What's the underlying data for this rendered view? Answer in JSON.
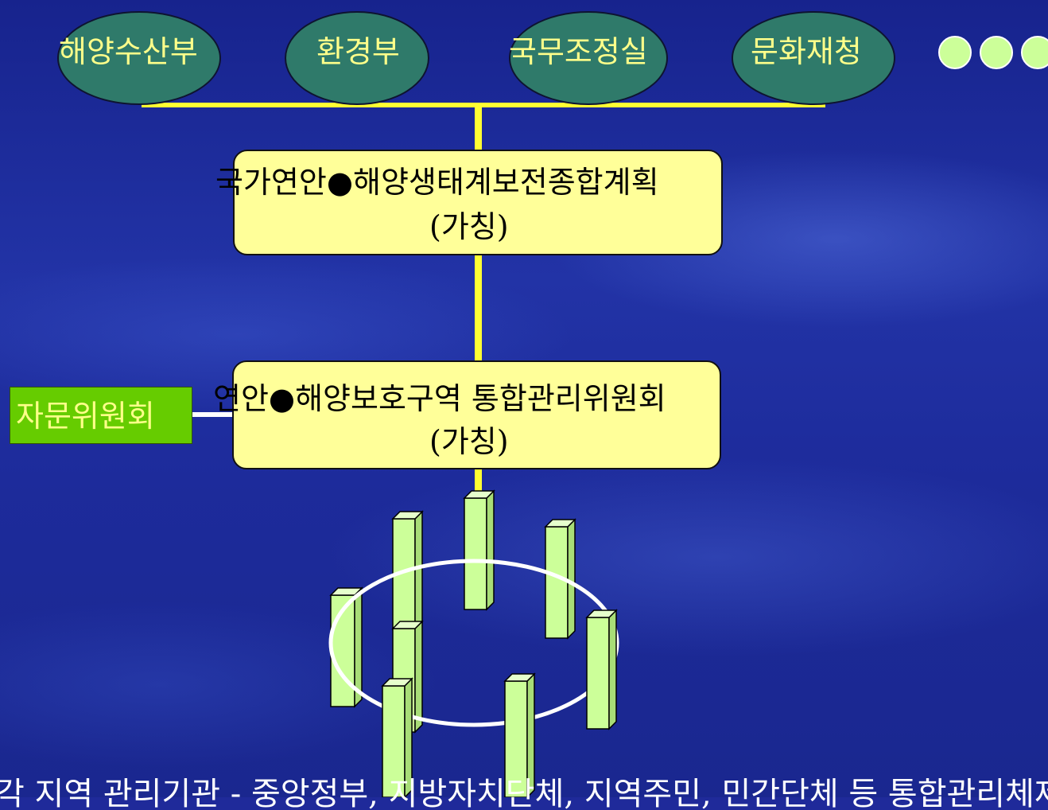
{
  "ministries": [
    {
      "label": "해양수산부"
    },
    {
      "label": "환경부"
    },
    {
      "label": "국무조정실"
    },
    {
      "label": "문화재청"
    }
  ],
  "more_dots_icon": "ellipsis-dots",
  "plan_box": {
    "line1": "국가연안●해양생태계보전종합계획",
    "line2": "(가칭)"
  },
  "committee_box": {
    "line1": "연안●해양보호구역 통합관리위원회",
    "line2": "(가칭)"
  },
  "advisory": {
    "label": "자문위원회"
  },
  "bottom_caption": "각 지역 관리기관 - 중앙정부, 지방자치단체, 지역주민, 민간단체 등 통합관리체제 구축(가칭)",
  "colors": {
    "background": "#1f2a9a",
    "connector": "#ffff33",
    "box_fill": "#ffff99",
    "ministry_fill": "#2f7a6a",
    "pillar_fill": "#ccff99",
    "advisory_fill": "#66cc00"
  }
}
